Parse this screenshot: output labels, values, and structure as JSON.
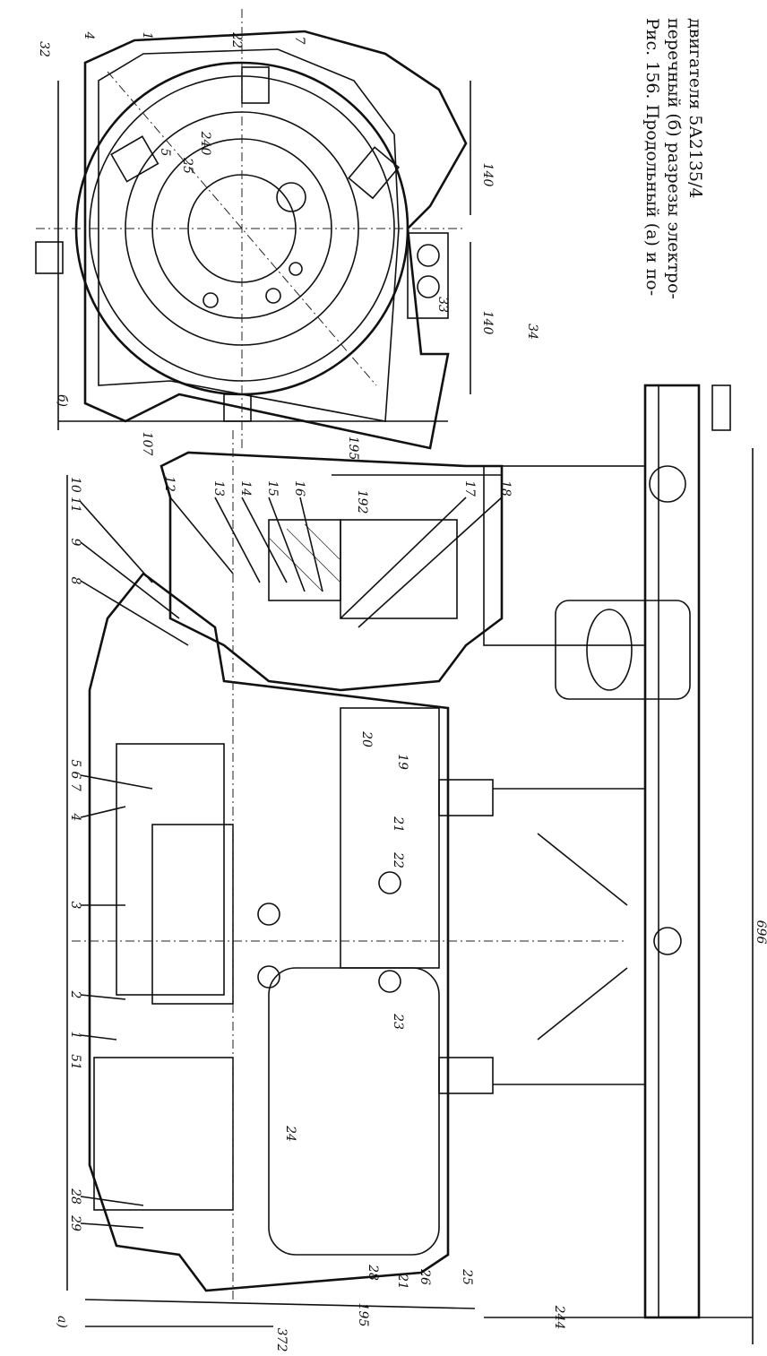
{
  "caption": {
    "line1": "Рис. 156. Продольный (а) и по-",
    "line2": "перечный (б) разрезы электро-",
    "line3": "двигателя 5А2135/4"
  },
  "view_a": {
    "tag": "а)",
    "part_labels": [
      "10 11",
      "9",
      "8",
      "5 6 7",
      "4",
      "3",
      "2",
      "1",
      "51",
      "28",
      "29",
      "12",
      "13",
      "14",
      "15",
      "16",
      "17",
      "18",
      "19",
      "20",
      "21",
      "22",
      "23",
      "24",
      "28",
      "21",
      "26",
      "25"
    ],
    "dimensions": [
      "192",
      "195",
      "372",
      "244",
      "696"
    ]
  },
  "view_b": {
    "tag": "б)",
    "part_labels": [
      "32",
      "4",
      "1",
      "22",
      "7",
      "5",
      "25",
      "33",
      "34"
    ],
    "dimensions": [
      "107",
      "195",
      "240",
      "140",
      "140"
    ]
  }
}
